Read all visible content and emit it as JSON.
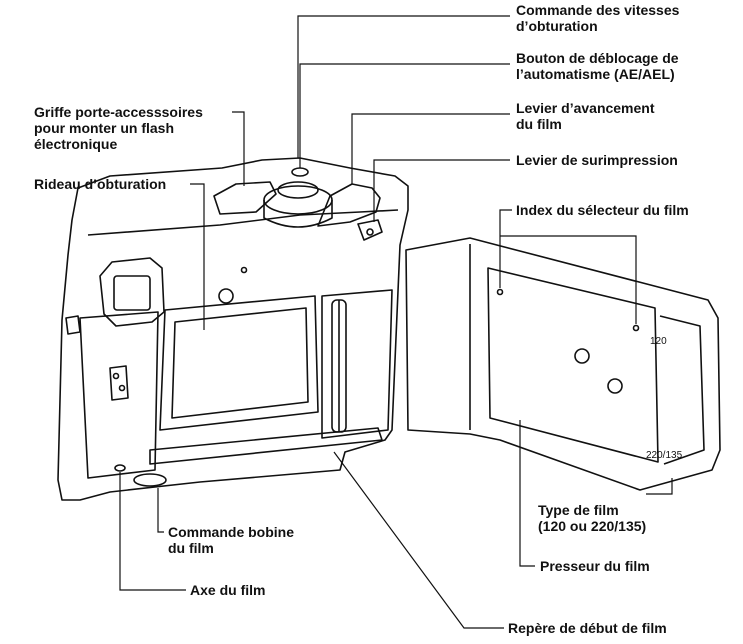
{
  "labels": {
    "shutter_speed_dial": [
      "Commande des vitesses",
      "d’obturation"
    ],
    "ae_release_button": [
      "Bouton de déblocage de",
      "l’automatisme (AE/AEL)"
    ],
    "film_advance_lever": [
      "Levier d’avancement",
      "du film"
    ],
    "multi_exposure_lever": [
      "Levier de surimpression"
    ],
    "film_selector_index": [
      "Index du sélecteur du film"
    ],
    "accessory_shoe": [
      "Griffe porte-accesssoires",
      "pour monter un flash",
      "électronique"
    ],
    "shutter_curtain": [
      "Rideau d’obturation"
    ],
    "film_type": [
      "Type de film",
      "(120 ou 220/135)"
    ],
    "pressure_plate": [
      "Presseur du film"
    ],
    "film_spool_knob": [
      "Commande bobine",
      "du film"
    ],
    "film_axis": [
      "Axe du film"
    ],
    "film_start_mark": [
      "Repère de début de film"
    ]
  },
  "plate_marks": {
    "film_120": "120",
    "film_220_135": "220/135"
  }
}
